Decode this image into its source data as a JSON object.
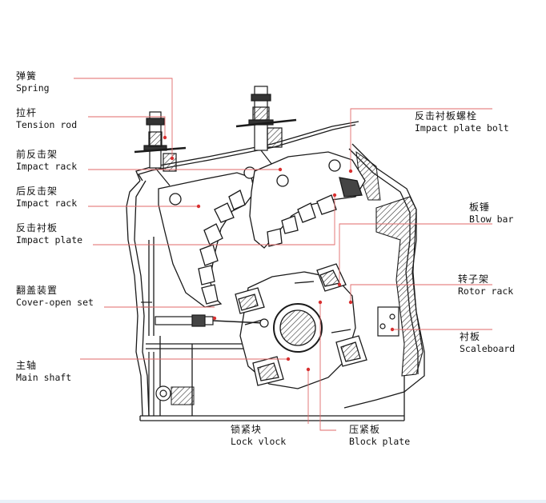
{
  "colors": {
    "leader": "#e06a6a",
    "line": "#1a1a1a",
    "dot": "#d83030",
    "hatch": "#333333"
  },
  "labels": {
    "spring": {
      "zh": "弹簧",
      "en": "Spring"
    },
    "tension_rod": {
      "zh": "拉杆",
      "en": "Tension rod"
    },
    "front_rack": {
      "zh": "前反击架",
      "en": "Impact rack"
    },
    "rear_rack": {
      "zh": "后反击架",
      "en": "Impact rack"
    },
    "impact_plate": {
      "zh": "反击衬板",
      "en": "Impact plate"
    },
    "cover_open": {
      "zh": "翻盖装置",
      "en": "Cover-open set"
    },
    "main_shaft": {
      "zh": "主轴",
      "en": "Main shaft"
    },
    "lock_block": {
      "zh": "锁紧块",
      "en": "Lock vlock"
    },
    "block_plate": {
      "zh": "压紧板",
      "en": "Block plate"
    },
    "plate_bolt": {
      "zh": "反击衬板螺栓",
      "en": "Impact plate bolt"
    },
    "blow_bar": {
      "zh": "板锤",
      "en": "Blow bar"
    },
    "rotor_rack": {
      "zh": "转子架",
      "en": "Rotor rack"
    },
    "scaleboard": {
      "zh": "衬板",
      "en": "Scaleboard"
    }
  }
}
